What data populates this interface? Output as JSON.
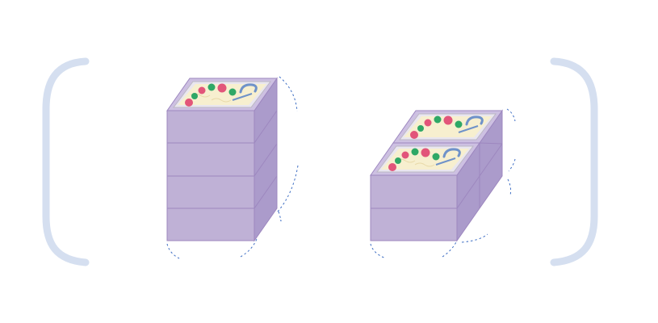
{
  "colors": {
    "background": "#ffffff",
    "bracket": "#d5dff0",
    "box_front": "#bfb1d6",
    "box_top": "#cdc0e2",
    "box_side": "#ab9bcb",
    "box_edge": "#9d87bf",
    "tray_rim": "#e9e6ef",
    "tray_inner": "#bcb8c4",
    "cream": "#f7efcf",
    "flower_red": "#e2557a",
    "leaf_green": "#2fa866",
    "ribbon_blue": "#6f92c9",
    "dash_blue": "#3f6fc4"
  },
  "scene": {
    "left_bracket": "left-bracket",
    "right_bracket": "right-bracket",
    "stacks": [
      {
        "id": "stack-left",
        "tiers": 4,
        "decorated_tops": 1
      },
      {
        "id": "stack-right",
        "tiers": 4,
        "decorated_tops": 2
      }
    ]
  }
}
